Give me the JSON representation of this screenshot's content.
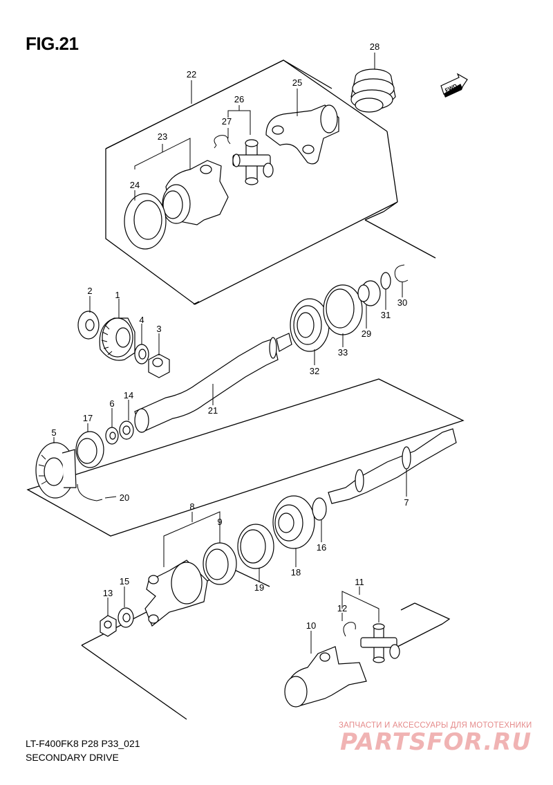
{
  "figure": {
    "title": "FIG.21"
  },
  "direction_badge": "FWD",
  "footer": {
    "code": "LT-F400FK8 P28 P33_021",
    "caption": "SECONDARY DRIVE"
  },
  "watermark": {
    "tagline": "ЗАПЧАСТИ И АКСЕССУАРЫ ДЛЯ МОТОТЕХНИКИ",
    "logo": "PARTSFOR.RU"
  },
  "callouts": [
    {
      "id": "1",
      "label": "1"
    },
    {
      "id": "2",
      "label": "2"
    },
    {
      "id": "3",
      "label": "3"
    },
    {
      "id": "4",
      "label": "4"
    },
    {
      "id": "5",
      "label": "5"
    },
    {
      "id": "6",
      "label": "6"
    },
    {
      "id": "7",
      "label": "7"
    },
    {
      "id": "8",
      "label": "8"
    },
    {
      "id": "9",
      "label": "9"
    },
    {
      "id": "10",
      "label": "10"
    },
    {
      "id": "11",
      "label": "11"
    },
    {
      "id": "12",
      "label": "12"
    },
    {
      "id": "13",
      "label": "13"
    },
    {
      "id": "14",
      "label": "14"
    },
    {
      "id": "15",
      "label": "15"
    },
    {
      "id": "16",
      "label": "16"
    },
    {
      "id": "17",
      "label": "17"
    },
    {
      "id": "18",
      "label": "18"
    },
    {
      "id": "19",
      "label": "19"
    },
    {
      "id": "20",
      "label": "20"
    },
    {
      "id": "21",
      "label": "21"
    },
    {
      "id": "22",
      "label": "22"
    },
    {
      "id": "23",
      "label": "23"
    },
    {
      "id": "24",
      "label": "24"
    },
    {
      "id": "25",
      "label": "25"
    },
    {
      "id": "26",
      "label": "26"
    },
    {
      "id": "27",
      "label": "27"
    },
    {
      "id": "28",
      "label": "28"
    },
    {
      "id": "29",
      "label": "29"
    },
    {
      "id": "30",
      "label": "30"
    },
    {
      "id": "31",
      "label": "31"
    },
    {
      "id": "32",
      "label": "32"
    },
    {
      "id": "33",
      "label": "33"
    }
  ]
}
